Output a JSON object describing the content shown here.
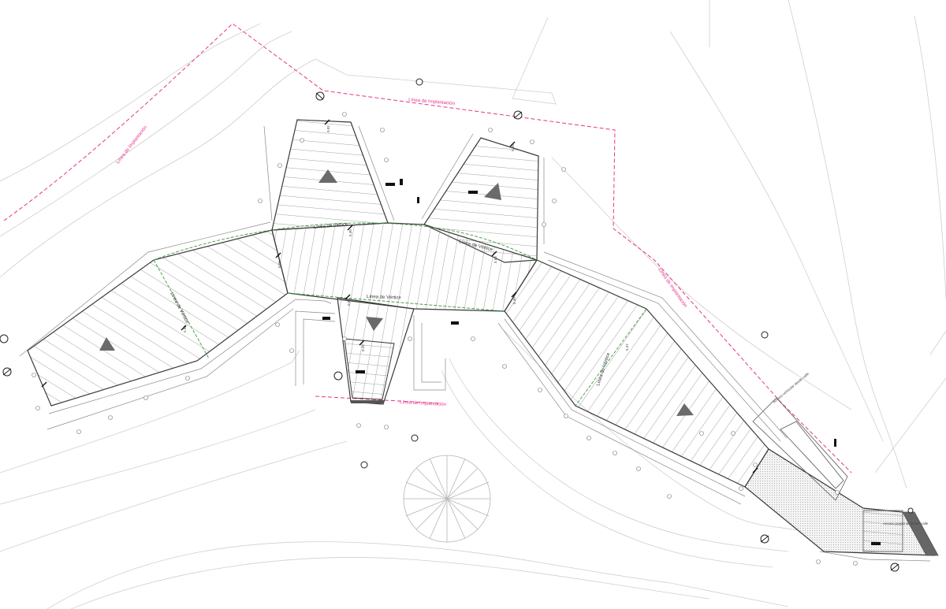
{
  "labels": {
    "linea_vertice": "Línea de Vértice",
    "linea_implantacion": "Línea de Implantación",
    "acceso_peatonal": "Acceso peatonal desde calle",
    "acceso_vehicular": "Acceso vehicular desde calle"
  },
  "slope_values": {
    "v1": "5.93",
    "v2": "0.65",
    "v3": "5.30",
    "v4": "5.53",
    "v5": "0.87",
    "v6": "0.40",
    "v7": "0.25",
    "v8": "0.92",
    "v9": "5.37",
    "v10": "0.35"
  },
  "colors": {
    "outline": "#3a3a3a",
    "hatch": "#9a9a9a",
    "site": "#c8c8c8",
    "boundary": "#e8338a",
    "vertex_line": "#3f9a3f",
    "marker": "#555555"
  },
  "icons": [
    "section-marker-icon",
    "slope-arrow-icon",
    "north-arrow-icon",
    "level-marker-icon"
  ]
}
